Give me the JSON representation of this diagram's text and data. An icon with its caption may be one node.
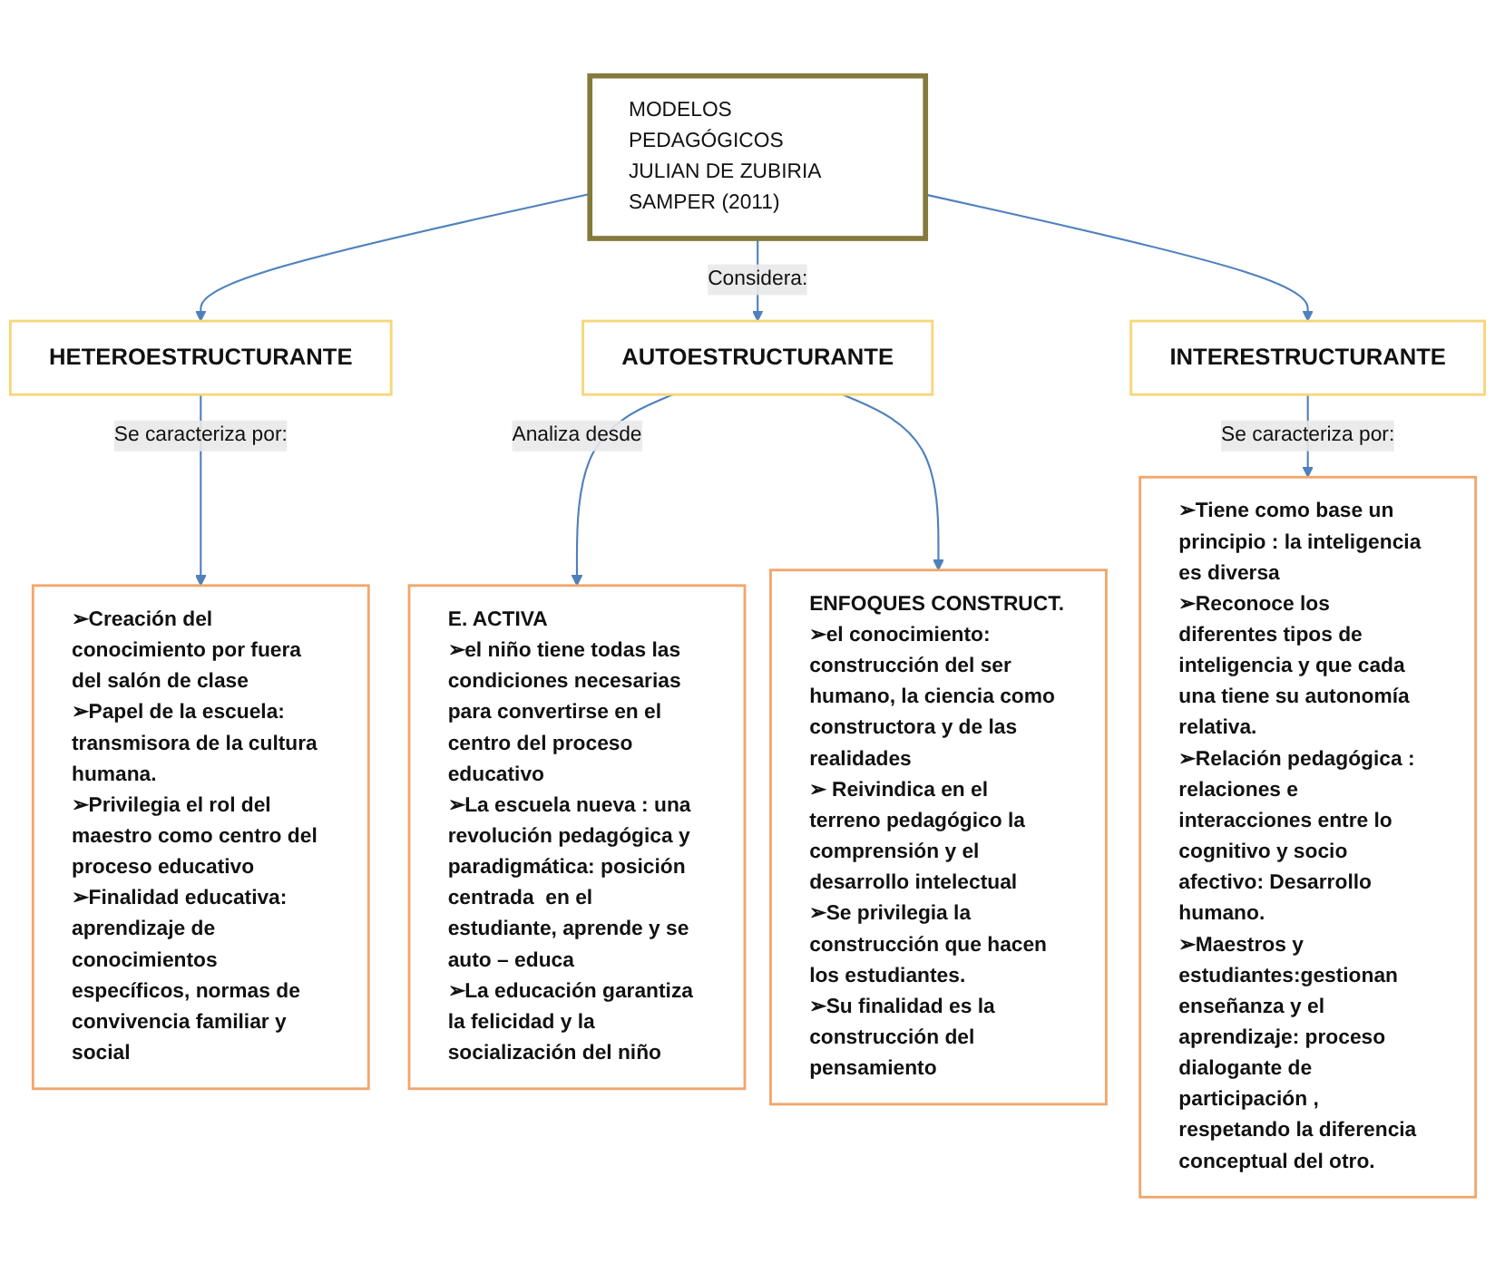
{
  "diagram": {
    "nodes": [
      {
        "text": [
          "MODELOS PEDAGÓGICOS",
          "JULIAN DE ZUBIRIA SAMPER (2011)"
        ]
      },
      {
        "text": [
          "HETEROESTRUCTURANTE"
        ]
      },
      {
        "text": [
          "AUTOESTRUCTURANTE"
        ]
      },
      {
        "text": [
          "INTERESTRUCTURANTE"
        ]
      },
      {
        "text": [
          "➢Creación del conocimiento por fuera del salón de clase",
          "➢Papel de la escuela: transmisora de la cultura humana.",
          "➢Privilegia el rol del maestro como centro del proceso educativo",
          "➢Finalidad educativa: aprendizaje de conocimientos específicos, normas de convivencia familiar y social"
        ]
      },
      {
        "text": [
          "E. ACTIVA",
          "➢el niño tiene todas las condiciones necesarias para convertirse en el centro del proceso educativo",
          "➢La escuela nueva : una revolución pedagógica y paradigmática: posición centrada  en el estudiante, aprende y se auto – educa",
          "➢La educación garantiza la felicidad y la socialización del niño"
        ]
      },
      {
        "text": [
          "ENFOQUES CONSTRUCT.",
          "➢el conocimiento: construcción del ser humano, la ciencia como constructora y de las realidades",
          "➢ Reivindica en el terreno pedagógico la  comprensión y el desarrollo intelectual",
          "➢Se privilegia la construcción que hacen los estudiantes.",
          "➢Su finalidad es la construcción del pensamiento"
        ]
      },
      {
        "text": [
          "➢Tiene como base un principio : la inteligencia es diversa",
          "➢Reconoce los diferentes tipos de inteligencia y que cada una tiene su autonomía relativa.",
          "➢Relación pedagógica : relaciones e interacciones entre lo cognitivo y socio afectivo: Desarrollo humano.",
          "➢Maestros y estudiantes:gestionan enseñanza y el aprendizaje: proceso dialogante de participación , respetando la diferencia conceptual del otro."
        ]
      }
    ],
    "edges": [
      {
        "from": 0,
        "to": 1,
        "arrow": "to"
      },
      {
        "from": 0,
        "to": 2,
        "arrow": "to",
        "label": "Considera:"
      },
      {
        "from": 0,
        "to": 3,
        "arrow": "to"
      },
      {
        "from": 1,
        "to": 4,
        "arrow": "to",
        "label": "Se caracteriza por:"
      },
      {
        "from": 2,
        "to": 5,
        "arrow": "to",
        "label": "Analiza desde"
      },
      {
        "from": 2,
        "to": 6,
        "arrow": "to"
      },
      {
        "from": 3,
        "to": 7,
        "arrow": "to",
        "label": "Se caracteriza por:"
      }
    ]
  }
}
